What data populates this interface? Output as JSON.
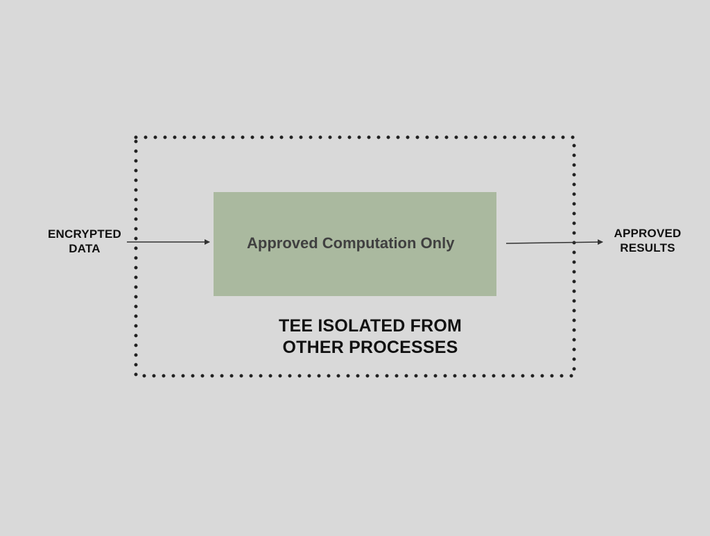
{
  "diagram": {
    "input_label": {
      "line1": "ENCRYPTED",
      "line2": "DATA"
    },
    "process_label": "Approved Computation Only",
    "boundary_caption": {
      "line1": "TEE ISOLATED FROM",
      "line2": "OTHER PROCESSES"
    },
    "output_label": {
      "line1": "APPROVED",
      "line2": "RESULTS"
    },
    "colors": {
      "background": "#d9d9d9",
      "process_fill": "#aab99f",
      "process_text": "#404040",
      "text": "#111111",
      "boundary_dots": "#222222",
      "arrow": "#333333"
    },
    "icons": {
      "input_arrow": "arrow-right-icon",
      "output_arrow": "arrow-right-icon"
    }
  }
}
